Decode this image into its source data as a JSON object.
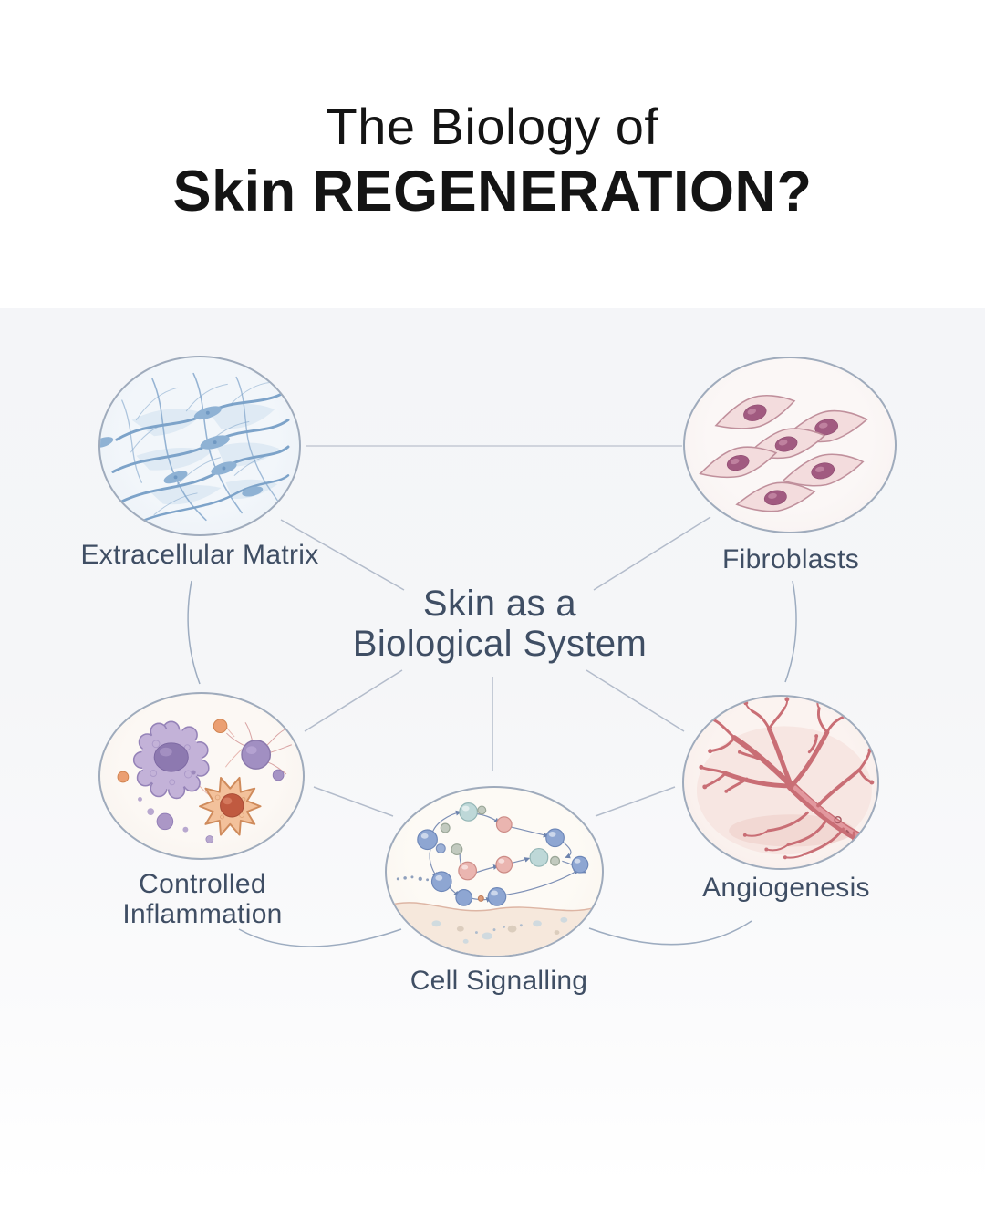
{
  "title": {
    "line1": "The Biology of",
    "line2": "Skin REGENERATION?"
  },
  "center_hub": {
    "line1": "Skin as a",
    "line2": "Biological System"
  },
  "nodes": [
    {
      "id": "extracellular-matrix",
      "label": "Extracellular Matrix"
    },
    {
      "id": "fibroblasts",
      "label": "Fibroblasts"
    },
    {
      "id": "controlled-inflammation",
      "label": "Controlled Inflammation"
    },
    {
      "id": "cell-signalling",
      "label": "Cell Signalling"
    },
    {
      "id": "angiogenesis",
      "label": "Angiogenesis"
    }
  ],
  "icons": [
    "extracellular-matrix-mesh-illustration",
    "fibroblast-cells-illustration",
    "immune-cells-illustration",
    "signalling-molecules-illustration",
    "blood-vessel-branching-illustration"
  ],
  "colors": {
    "title_text": "#141414",
    "label_text": "#3f4e64",
    "panel_background": "#f4f5f8",
    "circle_border": "#9fabbc",
    "connector_line": "#b3bccb",
    "ecm_blue": "#7da3c9",
    "fibroblast_pink": "#f3dcdd",
    "fibroblast_nucleus": "#a15a80",
    "inflammation_purple": "#c3b2d8",
    "inflammation_orange": "#f3c19b",
    "signal_blue": "#8ea6d2",
    "signal_pink": "#eab5b0",
    "vessel_red": "#c96e75"
  }
}
